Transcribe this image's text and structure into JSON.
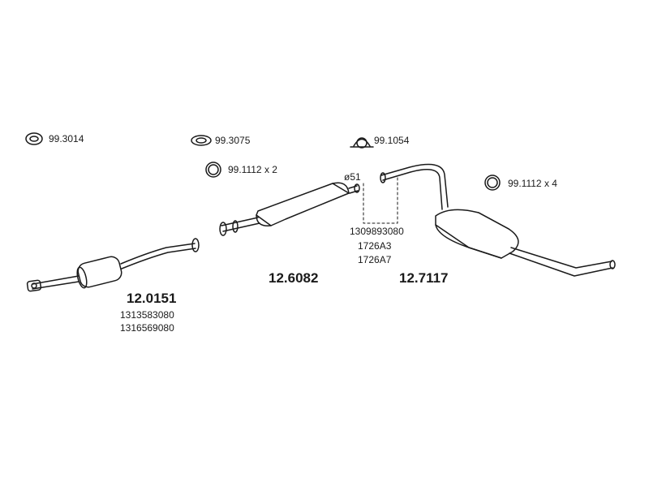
{
  "accessories": [
    {
      "code": "99.3014",
      "qty": ""
    },
    {
      "code": "99.3075",
      "qty": ""
    },
    {
      "code": "99.1054",
      "qty": ""
    },
    {
      "code": "99.1112",
      "qty": "x 2"
    },
    {
      "code": "99.1112",
      "qty": "x 4"
    }
  ],
  "parts": [
    {
      "code": "12.0151",
      "refs": [
        "1313583080",
        "1316569080"
      ]
    },
    {
      "code": "12.6082",
      "refs": []
    },
    {
      "code": "12.7117",
      "refs": [
        "1309893080",
        "1726A3",
        "1726A7"
      ]
    }
  ],
  "diameter_label": "ø51"
}
